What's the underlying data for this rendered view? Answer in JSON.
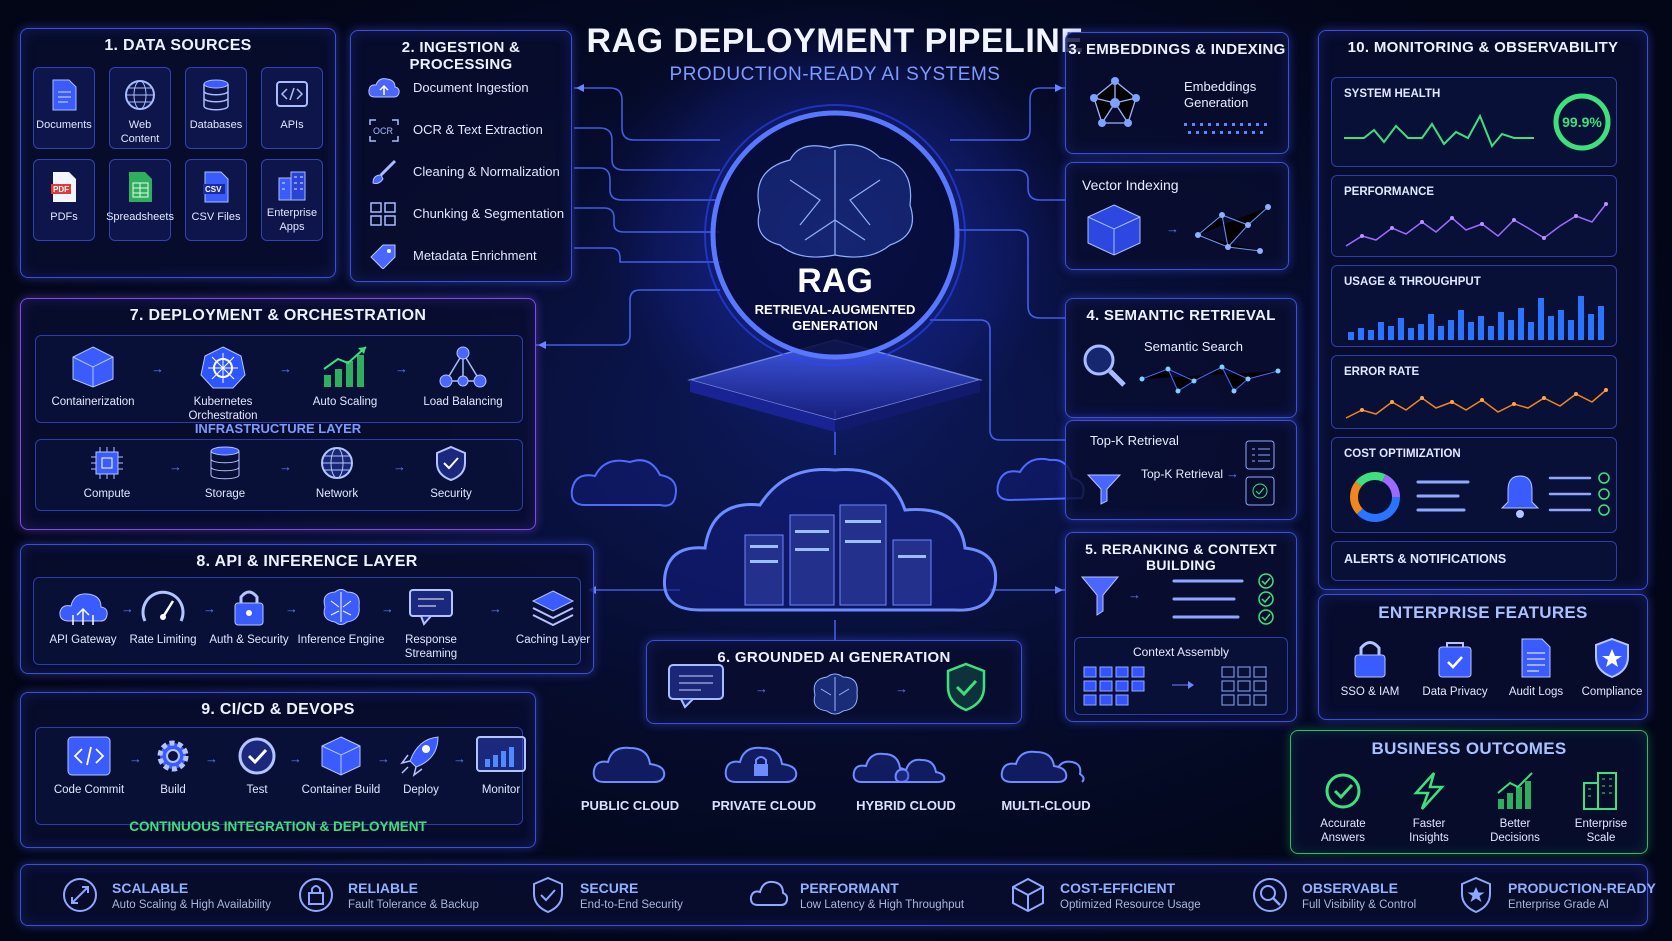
{
  "header": {
    "title": "RAG DEPLOYMENT PIPELINE",
    "subtitle": "PRODUCTION-READY AI SYSTEMS"
  },
  "core": {
    "title": "RAG",
    "line1": "RETRIEVAL-AUGMENTED",
    "line2": "GENERATION"
  },
  "data_sources": {
    "title": "1. DATA SOURCES",
    "items": [
      {
        "label": "Documents",
        "icon": "document-icon"
      },
      {
        "label": "Web Content",
        "icon": "globe-icon"
      },
      {
        "label": "Databases",
        "icon": "database-icon"
      },
      {
        "label": "APIs",
        "icon": "code-icon"
      },
      {
        "label": "PDFs",
        "icon": "pdf-icon"
      },
      {
        "label": "Spreadsheets",
        "icon": "spreadsheet-icon"
      },
      {
        "label": "CSV Files",
        "icon": "csv-icon"
      },
      {
        "label": "Enterprise Apps",
        "l1": "Enterprise",
        "l2": "Apps",
        "icon": "building-icon"
      }
    ]
  },
  "ingestion": {
    "title": "2. INGESTION & PROCESSING",
    "items": [
      {
        "label": "Document Ingestion",
        "icon": "cloud-upload-icon"
      },
      {
        "label": "OCR & Text Extraction",
        "icon": "ocr-icon",
        "icon_text": "OCR"
      },
      {
        "label": "Cleaning & Normalization",
        "icon": "brush-icon"
      },
      {
        "label": "Chunking & Segmentation",
        "icon": "grid-icon"
      },
      {
        "label": "Metadata Enrichment",
        "icon": "tag-icon"
      }
    ]
  },
  "embeddings": {
    "title": "3. EMBEDDINGS & INDEXING",
    "gen_l1": "Embeddings",
    "gen_l2": "Generation",
    "vector": "Vector Indexing"
  },
  "retrieval": {
    "title": "4. SEMANTIC RETRIEVAL",
    "search": "Semantic Search",
    "topk_title": "Top-K Retrieval",
    "topk_label": "Top-K Retrieval"
  },
  "reranking": {
    "title": "5. RERANKING & CONTEXT BUILDING",
    "context": "Context Assembly"
  },
  "grounded": {
    "title": "6. GROUNDED AI GENERATION"
  },
  "clouds": [
    "PUBLIC CLOUD",
    "PRIVATE CLOUD",
    "HYBRID CLOUD",
    "MULTI-CLOUD"
  ],
  "deployment": {
    "title": "7. DEPLOYMENT & ORCHESTRATION",
    "steps": [
      {
        "l1": "Containerization",
        "l2": "",
        "icon": "container-icon"
      },
      {
        "l1": "Kubernetes",
        "l2": "Orchestration",
        "icon": "kubernetes-icon"
      },
      {
        "l1": "Auto Scaling",
        "l2": "",
        "icon": "chart-up-icon"
      },
      {
        "l1": "Load Balancing",
        "l2": "",
        "icon": "network-icon"
      }
    ],
    "infra_title": "INFRASTRUCTURE LAYER",
    "infra": [
      {
        "label": "Compute",
        "icon": "chip-icon"
      },
      {
        "label": "Storage",
        "icon": "storage-icon"
      },
      {
        "label": "Network",
        "icon": "globe-icon"
      },
      {
        "label": "Security",
        "icon": "shield-icon"
      }
    ]
  },
  "api": {
    "title": "8. API & INFERENCE LAYER",
    "steps": [
      {
        "label": "API Gateway",
        "icon": "cloud-gateway-icon"
      },
      {
        "label": "Rate Limiting",
        "icon": "gauge-icon"
      },
      {
        "label": "Auth & Security",
        "icon": "lock-icon"
      },
      {
        "label": "Inference Engine",
        "icon": "brain-icon"
      },
      {
        "label": "Response Streaming",
        "icon": "chat-icon"
      },
      {
        "label": "Caching Layer",
        "icon": "layers-icon"
      }
    ]
  },
  "cicd": {
    "title": "9. CI/CD & DEVOPS",
    "steps": [
      {
        "label": "Code Commit",
        "icon": "code-icon"
      },
      {
        "label": "Build",
        "icon": "gear-icon"
      },
      {
        "label": "Test",
        "icon": "check-circle-icon"
      },
      {
        "label": "Container Build",
        "icon": "cube-icon"
      },
      {
        "label": "Deploy",
        "icon": "rocket-icon"
      },
      {
        "label": "Monitor",
        "icon": "monitor-icon"
      }
    ],
    "footer": "CONTINUOUS INTEGRATION & DEPLOYMENT"
  },
  "monitoring": {
    "title": "10. MONITORING & OBSERVABILITY",
    "health": "SYSTEM HEALTH",
    "health_value": "99.9%",
    "health_fraction": 0.999,
    "performance": "PERFORMANCE",
    "usage": "USAGE & THROUGHPUT",
    "error": "ERROR RATE",
    "cost": "COST OPTIMIZATION",
    "alerts": "ALERTS & NOTIFICATIONS"
  },
  "enterprise": {
    "title": "ENTERPRISE FEATURES",
    "items": [
      {
        "label": "SSO & IAM",
        "icon": "lock-icon"
      },
      {
        "label": "Data Privacy",
        "icon": "privacy-icon"
      },
      {
        "label": "Audit Logs",
        "icon": "document-icon"
      },
      {
        "label": "Compliance",
        "icon": "shield-star-icon"
      }
    ]
  },
  "outcomes": {
    "title": "BUSINESS OUTCOMES",
    "items": [
      {
        "l1": "Accurate",
        "l2": "Answers",
        "icon": "check-circle-icon"
      },
      {
        "l1": "Faster",
        "l2": "Insights",
        "icon": "bolt-icon"
      },
      {
        "l1": "Better",
        "l2": "Decisions",
        "icon": "chart-up-icon"
      },
      {
        "l1": "Enterprise",
        "l2": "Scale",
        "icon": "building-icon"
      }
    ]
  },
  "benefits": [
    {
      "title": "SCALABLE",
      "sub": "Auto Scaling & High Availability",
      "icon": "scale-icon"
    },
    {
      "title": "RELIABLE",
      "sub": "Fault Tolerance & Backup",
      "icon": "lock-icon"
    },
    {
      "title": "SECURE",
      "sub": "End-to-End Security",
      "icon": "shield-icon"
    },
    {
      "title": "PERFORMANT",
      "sub": "Low Latency & High Throughput",
      "icon": "cloud-icon"
    },
    {
      "title": "COST-EFFICIENT",
      "sub": "Optimized Resource Usage",
      "icon": "cube-icon"
    },
    {
      "title": "OBSERVABLE",
      "sub": "Full Visibility & Control",
      "icon": "magnifier-icon"
    },
    {
      "title": "PRODUCTION-READY",
      "sub": "Enterprise Grade AI",
      "icon": "shield-star-icon"
    }
  ],
  "colors": {
    "accent": "#3d4fd9",
    "purple": "#7a4fe6",
    "green": "#2bbf6a",
    "health": "#3ee07c",
    "error_line": "#f0861c"
  }
}
